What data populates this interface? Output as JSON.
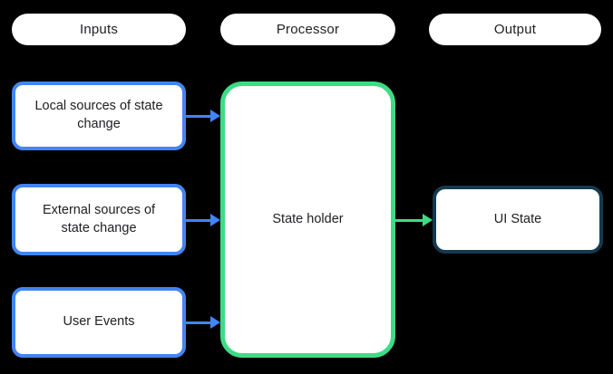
{
  "diagram": {
    "columns": [
      {
        "label": "Inputs"
      },
      {
        "label": "Processor"
      },
      {
        "label": "Output"
      }
    ],
    "inputs": [
      {
        "label": "Local sources of state change"
      },
      {
        "label": "External sources of state change"
      },
      {
        "label": "User Events"
      }
    ],
    "processor": {
      "label": "State holder"
    },
    "output": {
      "label": "UI State"
    }
  },
  "colors": {
    "bg": "#000000",
    "blue": "#4285f4",
    "green": "#3ddc84",
    "navy": "#143a4f",
    "fill": "#ffffff",
    "text": "#202124"
  }
}
